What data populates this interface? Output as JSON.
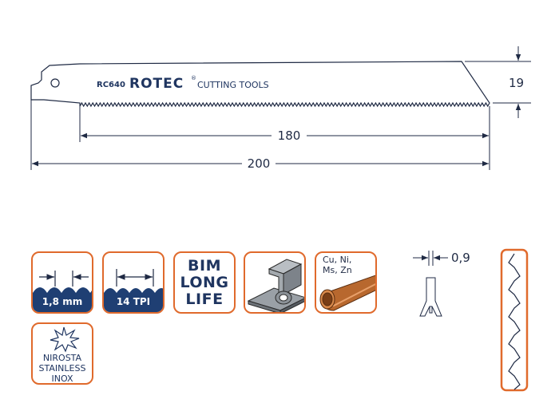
{
  "blade": {
    "model": "RC640",
    "brand": "ROTEC",
    "brand_mark": "®",
    "tagline": "CUTTING TOOLS"
  },
  "dimensions": {
    "height": "19",
    "cutting_length": "180",
    "total_length": "200",
    "thickness": "0,9"
  },
  "badges": {
    "tooth_pitch": "1,8 mm",
    "tpi": "14 TPI",
    "bim_lines": [
      "BIM",
      "LONG",
      "LIFE"
    ],
    "metals_lines": [
      "Cu, Ni,",
      "Ms, Zn"
    ],
    "nirosta_lines": [
      "NIROSTA",
      "STAINLESS",
      "INOX"
    ]
  },
  "colors": {
    "outline": "#e06a2c",
    "navy": "#1f3560",
    "wave_blue": "#1f3f73",
    "copper": "#b8682e"
  },
  "icons": {
    "profiles": "metal-profiles-icon",
    "pipe": "copper-pipe-icon",
    "star": "star-burst-icon",
    "tooth_set": "tooth-set-icon"
  }
}
